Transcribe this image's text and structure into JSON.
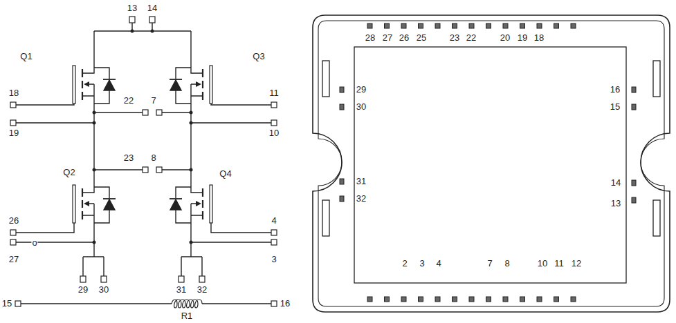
{
  "diagram": {
    "labels": [
      "13",
      "14",
      "Q1",
      "Q3",
      "18",
      "11",
      "19",
      "10",
      "22",
      "7",
      "23",
      "8",
      "Q2",
      "Q4",
      "o",
      "26",
      "4",
      "27",
      "3",
      "29",
      "30",
      "31",
      "32",
      "15",
      "16",
      "R1",
      "28",
      "27",
      "26",
      "25",
      "23",
      "22",
      "20",
      "19",
      "18",
      "29",
      "30",
      "16",
      "15",
      "31",
      "32",
      "14",
      "13",
      "2",
      "3",
      "4",
      "7",
      "8",
      "10",
      "11",
      "12"
    ]
  }
}
